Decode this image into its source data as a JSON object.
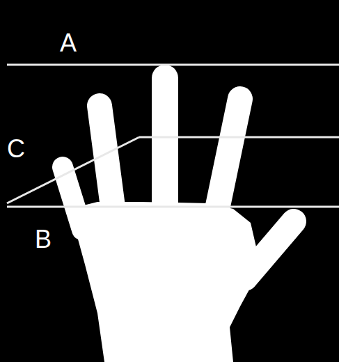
{
  "diagram": {
    "labels": [
      "A",
      "C",
      "B"
    ]
  }
}
